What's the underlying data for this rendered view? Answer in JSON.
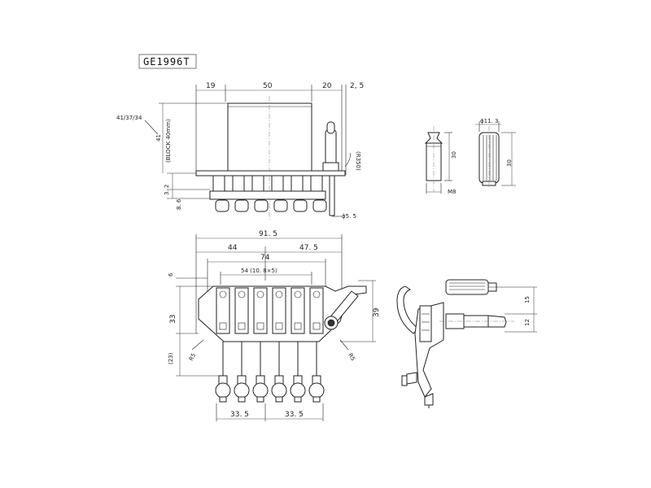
{
  "model": "GE1996T",
  "top_view": {
    "width_left": "19",
    "width_mid": "50",
    "width_right": "20",
    "width_edge": "2, 5",
    "height_41": "41",
    "block_note": "(BLOCK 40mm)",
    "block_sizes": "41/37/34",
    "h_32": "3. 2",
    "h_86": "8. 6",
    "radius": "(R350)",
    "diameter": "ϕ5. 5"
  },
  "screw_view": {
    "height": "30",
    "thread": "M8"
  },
  "knob_view": {
    "diameter": "ϕ11. 3",
    "height": "30"
  },
  "plan_view": {
    "total_width": "91. 5",
    "left_width": "44",
    "right_width": "47. 5",
    "span_74": "74",
    "string_span": "54 (10. 8×5)",
    "top_6": "6",
    "height_33": "33",
    "height_23": "(23)",
    "height_39": "39",
    "radius_left": "R5",
    "radius_right": "R5",
    "bottom_left": "33. 5",
    "bottom_right": "33. 5"
  },
  "side_view": {
    "dim_15": "15",
    "dim_12": "12"
  }
}
